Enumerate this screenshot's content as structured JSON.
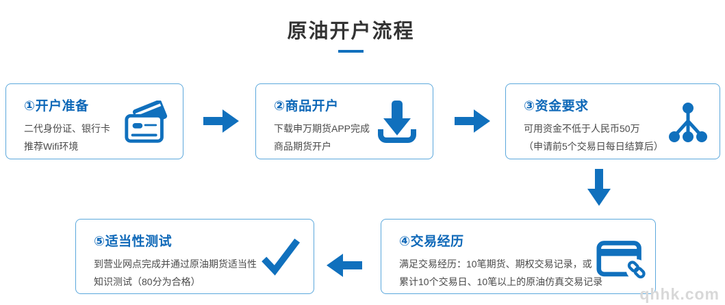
{
  "header": {
    "title": "原油开户流程"
  },
  "watermark": "qhhk.com",
  "colors": {
    "accent_blue": "#1070bd",
    "step_title_blue": "#0e68b8",
    "box_border_blue": "#5aa7dc",
    "heading_text": "#333333",
    "body_text": "#4a4a4a",
    "watermark_gray": "#d8d8d8"
  },
  "steps": [
    {
      "title": "①开户准备",
      "lines": [
        "二代身份证、银行卡",
        "推荐Wifi环境"
      ],
      "icon": "bank-cards-icon"
    },
    {
      "title": "②商品开户",
      "lines": [
        "下载申万期货APP完成",
        "商品期货开户"
      ],
      "icon": "download-icon"
    },
    {
      "title": "③资金要求",
      "lines": [
        "可用资金不低于人民币50万",
        "（申请前5个交易日每日结算后）"
      ],
      "icon": "org-tree-icon"
    },
    {
      "title": "④交易经历",
      "lines": [
        "满足交易经历：10笔期货、期权交易记录，或",
        "累计10个交易日、10笔以上的原油仿真交易记录"
      ],
      "icon": "card-link-icon"
    },
    {
      "title": "⑤适当性测试",
      "lines": [
        "到营业网点完成并通过原油期货适当性",
        "知识测试（80分为合格）"
      ],
      "icon": "checkmark-icon"
    }
  ],
  "flow": [
    {
      "from": "step-1",
      "to": "step-2",
      "direction": "right"
    },
    {
      "from": "step-2",
      "to": "step-3",
      "direction": "right"
    },
    {
      "from": "step-3",
      "to": "step-4",
      "direction": "down"
    },
    {
      "from": "step-4",
      "to": "step-5",
      "direction": "left"
    }
  ]
}
